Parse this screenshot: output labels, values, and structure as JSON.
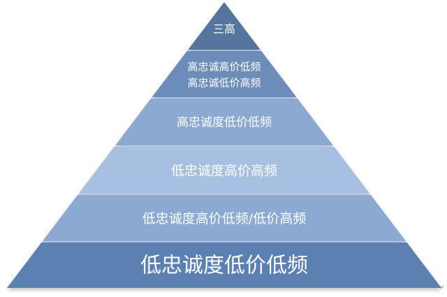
{
  "tiers": [
    {
      "lines": [
        "三高"
      ],
      "color": "#54759F"
    },
    {
      "lines": [
        "高忠诚高价低频",
        "高忠诚低价高频"
      ],
      "color": "#6C8DBA"
    },
    {
      "lines": [
        "高忠诚度低价低频"
      ],
      "color": "#8BA9D1"
    },
    {
      "lines": [
        "低忠诚度高价高频"
      ],
      "color": "#A7C0E1"
    },
    {
      "lines": [
        "低忠诚度高价低频/低价高频"
      ],
      "color": "#8BA9D1"
    },
    {
      "lines": [
        "低忠诚度低价低频"
      ],
      "color": "#5C80B1"
    }
  ],
  "corner_mark": "↵"
}
